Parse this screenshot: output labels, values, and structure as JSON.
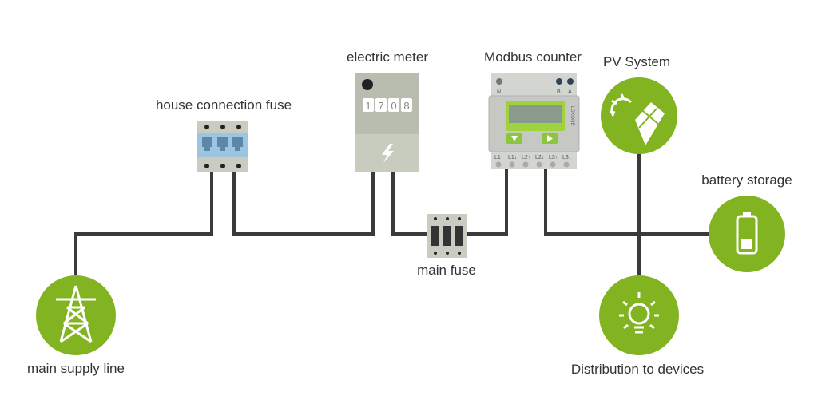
{
  "labels": {
    "house_fuse": "house connection fuse",
    "electric_meter": "electric meter",
    "modbus_counter": "Modbus counter",
    "pv_system": "PV System",
    "battery_storage": "battery storage",
    "main_fuse": "main fuse",
    "main_supply": "main supply line",
    "distribution": "Distribution to devices"
  },
  "meter_digits": [
    "1",
    "7",
    "0",
    "8"
  ],
  "modbus": {
    "brand": "LOXONE",
    "top_terminals": [
      "N",
      "B",
      "A"
    ],
    "bottom_terminals": [
      "L1↑",
      "L1↓",
      "L2↑",
      "L2↓",
      "L3↑",
      "L3↓"
    ]
  },
  "icons": {
    "main_supply": "power-tower-icon",
    "pv_system": "solar-panel-icon",
    "battery_storage": "battery-icon",
    "distribution": "light-bulb-icon"
  },
  "colors": {
    "accent": "#82b320",
    "wire": "#3a3a3a",
    "device": "#c9cdc1"
  }
}
